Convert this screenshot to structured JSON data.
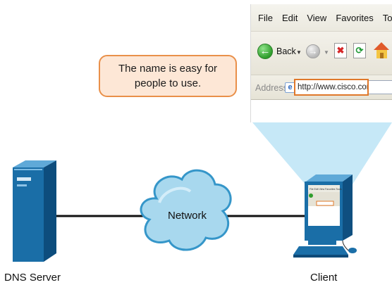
{
  "browser": {
    "menu_items": [
      "File",
      "Edit",
      "View",
      "Favorites",
      "Tools"
    ],
    "back_label": "Back",
    "address_label": "Address",
    "url": "http://www.cisco.com/"
  },
  "callout": {
    "text": "The name is easy for people to use."
  },
  "network": {
    "cloud_label": "Network"
  },
  "devices": {
    "server_label": "DNS Server",
    "client_label": "Client"
  },
  "colors": {
    "highlight_orange": "#e0782a",
    "callout_fill": "#fde7d6",
    "cloud_fill": "#a9d9ee",
    "cloud_edge": "#2e8fc2",
    "server_blue": "#1b6fa8",
    "zoom_beam": "#cbeaf8"
  }
}
